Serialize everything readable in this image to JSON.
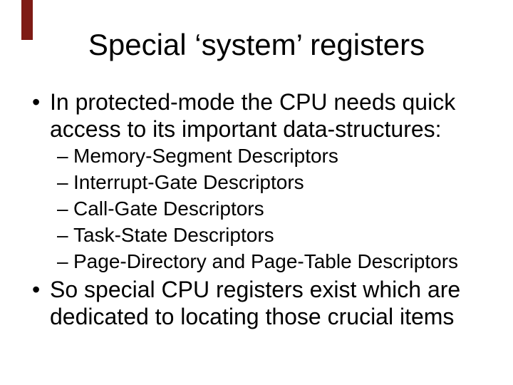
{
  "slide": {
    "title": "Special ‘system’ registers",
    "bullet1": {
      "marker": "•",
      "lines": [
        "In protected-mode the CPU needs quick",
        "access to its important data-structures:"
      ]
    },
    "sub_bullets": {
      "marker": "–",
      "items": [
        "Memory-Segment Descriptors",
        "Interrupt-Gate Descriptors",
        "Call-Gate Descriptors",
        "Task-State Descriptors",
        "Page-Directory and Page-Table Descriptors"
      ]
    },
    "bullet2": {
      "marker": "•",
      "lines": [
        "So special CPU registers exist which are",
        "dedicated to locating those crucial items"
      ]
    }
  },
  "colors": {
    "background": "#ffffff",
    "text": "#000000",
    "accent_bar": "#7e1b15"
  }
}
